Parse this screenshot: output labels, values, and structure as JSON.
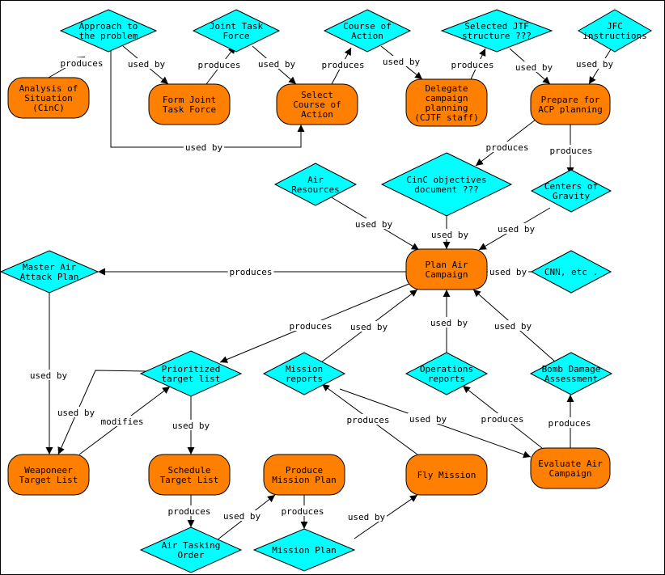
{
  "colors": {
    "process": "#ff7f00",
    "artifact": "#00ffff",
    "line": "#000000",
    "background": "#ffffff"
  },
  "processes": [
    {
      "id": "analysis",
      "lines": [
        "Analysis of",
        "Situation",
        "(CinC)"
      ]
    },
    {
      "id": "form_jtf",
      "lines": [
        "Form Joint",
        "Task Force"
      ]
    },
    {
      "id": "select_coa",
      "lines": [
        "Select",
        "Course of",
        "Action"
      ]
    },
    {
      "id": "delegate",
      "lines": [
        "Delegate",
        "campaign",
        "planning",
        "(CJTF staff)"
      ]
    },
    {
      "id": "prepare_acp",
      "lines": [
        "Prepare for",
        "ACP planning"
      ]
    },
    {
      "id": "plan_air",
      "lines": [
        "Plan Air",
        "Campaign"
      ]
    },
    {
      "id": "weaponeer",
      "lines": [
        "Weaponeer",
        "Target List"
      ]
    },
    {
      "id": "schedule",
      "lines": [
        "Schedule",
        "Target List"
      ]
    },
    {
      "id": "produce_mp",
      "lines": [
        "Produce",
        "Mission Plan"
      ]
    },
    {
      "id": "fly",
      "lines": [
        "Fly Mission"
      ]
    },
    {
      "id": "evaluate",
      "lines": [
        "Evaluate Air",
        "Campaign"
      ]
    }
  ],
  "artifacts": [
    {
      "id": "approach",
      "lines": [
        "Approach to",
        "the problem"
      ]
    },
    {
      "id": "jtf",
      "lines": [
        "Joint Task",
        "Force"
      ]
    },
    {
      "id": "coa",
      "lines": [
        "Course of",
        "Action"
      ]
    },
    {
      "id": "sel_jtf",
      "lines": [
        "Selected JTF",
        "structure ???"
      ]
    },
    {
      "id": "jfc",
      "lines": [
        "JFC",
        "instructions"
      ]
    },
    {
      "id": "air_res",
      "lines": [
        "Air",
        "Resources"
      ]
    },
    {
      "id": "cinc_obj",
      "lines": [
        "CinC objectives",
        "document ???"
      ]
    },
    {
      "id": "cog",
      "lines": [
        "Centers of",
        "Gravity"
      ]
    },
    {
      "id": "maap",
      "lines": [
        "Master Air",
        "Attack Plan"
      ]
    },
    {
      "id": "cnn",
      "lines": [
        "CNN, etc ."
      ]
    },
    {
      "id": "ptl",
      "lines": [
        "Prioritized",
        "target list"
      ]
    },
    {
      "id": "mreports",
      "lines": [
        "Mission",
        "reports"
      ]
    },
    {
      "id": "opreports",
      "lines": [
        "Operations",
        "reports"
      ]
    },
    {
      "id": "bda",
      "lines": [
        "Bomb Damage",
        "Assessment"
      ]
    },
    {
      "id": "ato",
      "lines": [
        "Air Tasking",
        "Order"
      ]
    },
    {
      "id": "mplan",
      "lines": [
        "Mission Plan"
      ]
    }
  ],
  "edges": [
    {
      "id": "e_analysis_approach",
      "from": "analysis",
      "to": "approach",
      "label": "produces"
    },
    {
      "id": "e_approach_form",
      "from": "approach",
      "to": "form_jtf",
      "label": "used by"
    },
    {
      "id": "e_approach_select",
      "from": "approach",
      "to": "select_coa",
      "label": "used by"
    },
    {
      "id": "e_form_jtf",
      "from": "form_jtf",
      "to": "jtf",
      "label": "produces"
    },
    {
      "id": "e_jtf_select",
      "from": "jtf",
      "to": "select_coa",
      "label": "used by"
    },
    {
      "id": "e_select_coa",
      "from": "select_coa",
      "to": "coa",
      "label": "produces"
    },
    {
      "id": "e_coa_delegate",
      "from": "coa",
      "to": "delegate",
      "label": "used by"
    },
    {
      "id": "e_delegate_seljtf",
      "from": "delegate",
      "to": "sel_jtf",
      "label": "produces"
    },
    {
      "id": "e_seljtf_prepare",
      "from": "sel_jtf",
      "to": "prepare_acp",
      "label": "used by"
    },
    {
      "id": "e_jfc_prepare",
      "from": "jfc",
      "to": "prepare_acp",
      "label": "used by"
    },
    {
      "id": "e_prepare_cinc",
      "from": "prepare_acp",
      "to": "cinc_obj",
      "label": "produces"
    },
    {
      "id": "e_prepare_cog",
      "from": "prepare_acp",
      "to": "cog",
      "label": "produces"
    },
    {
      "id": "e_airres_plan",
      "from": "air_res",
      "to": "plan_air",
      "label": "used by"
    },
    {
      "id": "e_cinc_plan",
      "from": "cinc_obj",
      "to": "plan_air",
      "label": "used by"
    },
    {
      "id": "e_cog_plan",
      "from": "cog",
      "to": "plan_air",
      "label": "used by"
    },
    {
      "id": "e_plan_maap",
      "from": "plan_air",
      "to": "maap",
      "label": "produces"
    },
    {
      "id": "e_cnn_plan",
      "from": "cnn",
      "to": "plan_air",
      "label": "used by"
    },
    {
      "id": "e_plan_ptl",
      "from": "plan_air",
      "to": "ptl",
      "label": "produces"
    },
    {
      "id": "e_mreports_plan",
      "from": "mreports",
      "to": "plan_air",
      "label": "used by"
    },
    {
      "id": "e_opreports_plan",
      "from": "opreports",
      "to": "plan_air",
      "label": "used by"
    },
    {
      "id": "e_bda_plan",
      "from": "bda",
      "to": "plan_air",
      "label": "used by"
    },
    {
      "id": "e_maap_weaponeer",
      "from": "maap",
      "to": "weaponeer",
      "label": "used by"
    },
    {
      "id": "e_ptl_weaponeer",
      "from": "ptl",
      "to": "weaponeer",
      "label": "used by"
    },
    {
      "id": "e_weaponeer_ptl",
      "from": "weaponeer",
      "to": "ptl",
      "label": "modifies"
    },
    {
      "id": "e_ptl_schedule",
      "from": "ptl",
      "to": "schedule",
      "label": "used by"
    },
    {
      "id": "e_schedule_ato",
      "from": "schedule",
      "to": "ato",
      "label": "produces"
    },
    {
      "id": "e_ato_produce",
      "from": "ato",
      "to": "produce_mp",
      "label": "used by"
    },
    {
      "id": "e_produce_mplan",
      "from": "produce_mp",
      "to": "mplan",
      "label": "produces"
    },
    {
      "id": "e_mplan_fly",
      "from": "mplan",
      "to": "fly",
      "label": "used by"
    },
    {
      "id": "e_fly_mreports",
      "from": "fly",
      "to": "mreports",
      "label": "produces"
    },
    {
      "id": "e_mreports_evaluate",
      "from": "mreports",
      "to": "evaluate",
      "label": "used by"
    },
    {
      "id": "e_evaluate_opreports",
      "from": "evaluate",
      "to": "opreports",
      "label": "produces"
    },
    {
      "id": "e_evaluate_bda",
      "from": "evaluate",
      "to": "bda",
      "label": "produces"
    }
  ]
}
